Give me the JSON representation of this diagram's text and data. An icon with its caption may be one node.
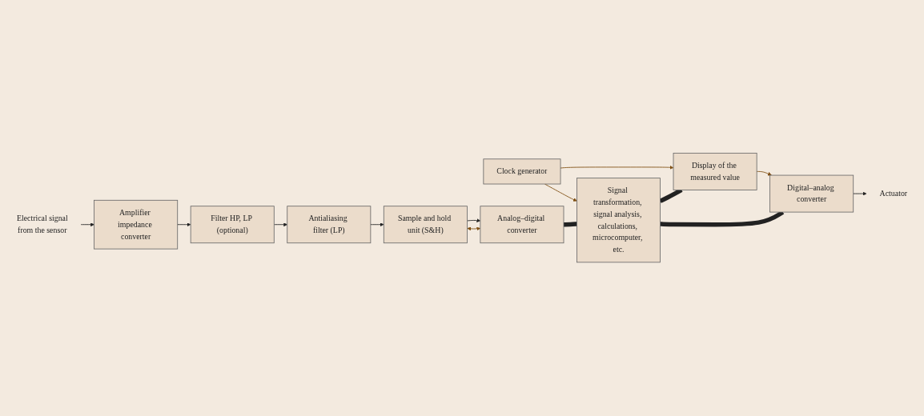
{
  "diagram": {
    "nodes": [
      {
        "text": [
          "Electrical signal",
          "from the sensor"
        ]
      },
      {
        "text": [
          "Amplifier impedance converter"
        ]
      },
      {
        "text": [
          "Filter HP, LP (optional)"
        ]
      },
      {
        "text": [
          "Antialiasing filter (LP)"
        ]
      },
      {
        "text": [
          "Sample and hold unit (S&H)"
        ]
      },
      {
        "text": [
          "Clock generator"
        ]
      },
      {
        "text": [
          "Display of the measured value"
        ]
      },
      {
        "text": [
          "Signal transformation, signal analysis, calculations, microcomputer, etc."
        ]
      },
      {
        "text": [
          "Analog–digital converter"
        ]
      },
      {
        "text": [
          "Digital–analog converter"
        ]
      },
      {
        "text": [
          "Actuator"
        ]
      }
    ],
    "edges": [
      {
        "from": 0,
        "to": 1,
        "arrow": "to"
      },
      {
        "from": 1,
        "to": 2,
        "arrow": "to"
      },
      {
        "from": 2,
        "to": 3,
        "arrow": "to"
      },
      {
        "from": 3,
        "to": 4,
        "arrow": "to"
      },
      {
        "from": 4,
        "to": 8,
        "arrow": "to"
      },
      {
        "from": 4,
        "to": 8,
        "arrow": "both",
        "color": "#7f4f12"
      },
      {
        "from": 5,
        "to": 6,
        "arrow": "to",
        "color": "#7f4f12"
      },
      {
        "from": 5,
        "to": 7,
        "arrow": "to",
        "color": "#7f4f12"
      },
      {
        "from": 8,
        "to": 7,
        "arrow": "none",
        "style": "thick"
      },
      {
        "from": 7,
        "to": 6,
        "arrow": "none",
        "style": "thick"
      },
      {
        "from": 7,
        "to": 9,
        "arrow": "none",
        "style": "thick"
      },
      {
        "from": 6,
        "to": 9,
        "arrow": "to",
        "color": "#7f4f12"
      },
      {
        "from": 9,
        "to": 10,
        "arrow": "to"
      }
    ]
  }
}
